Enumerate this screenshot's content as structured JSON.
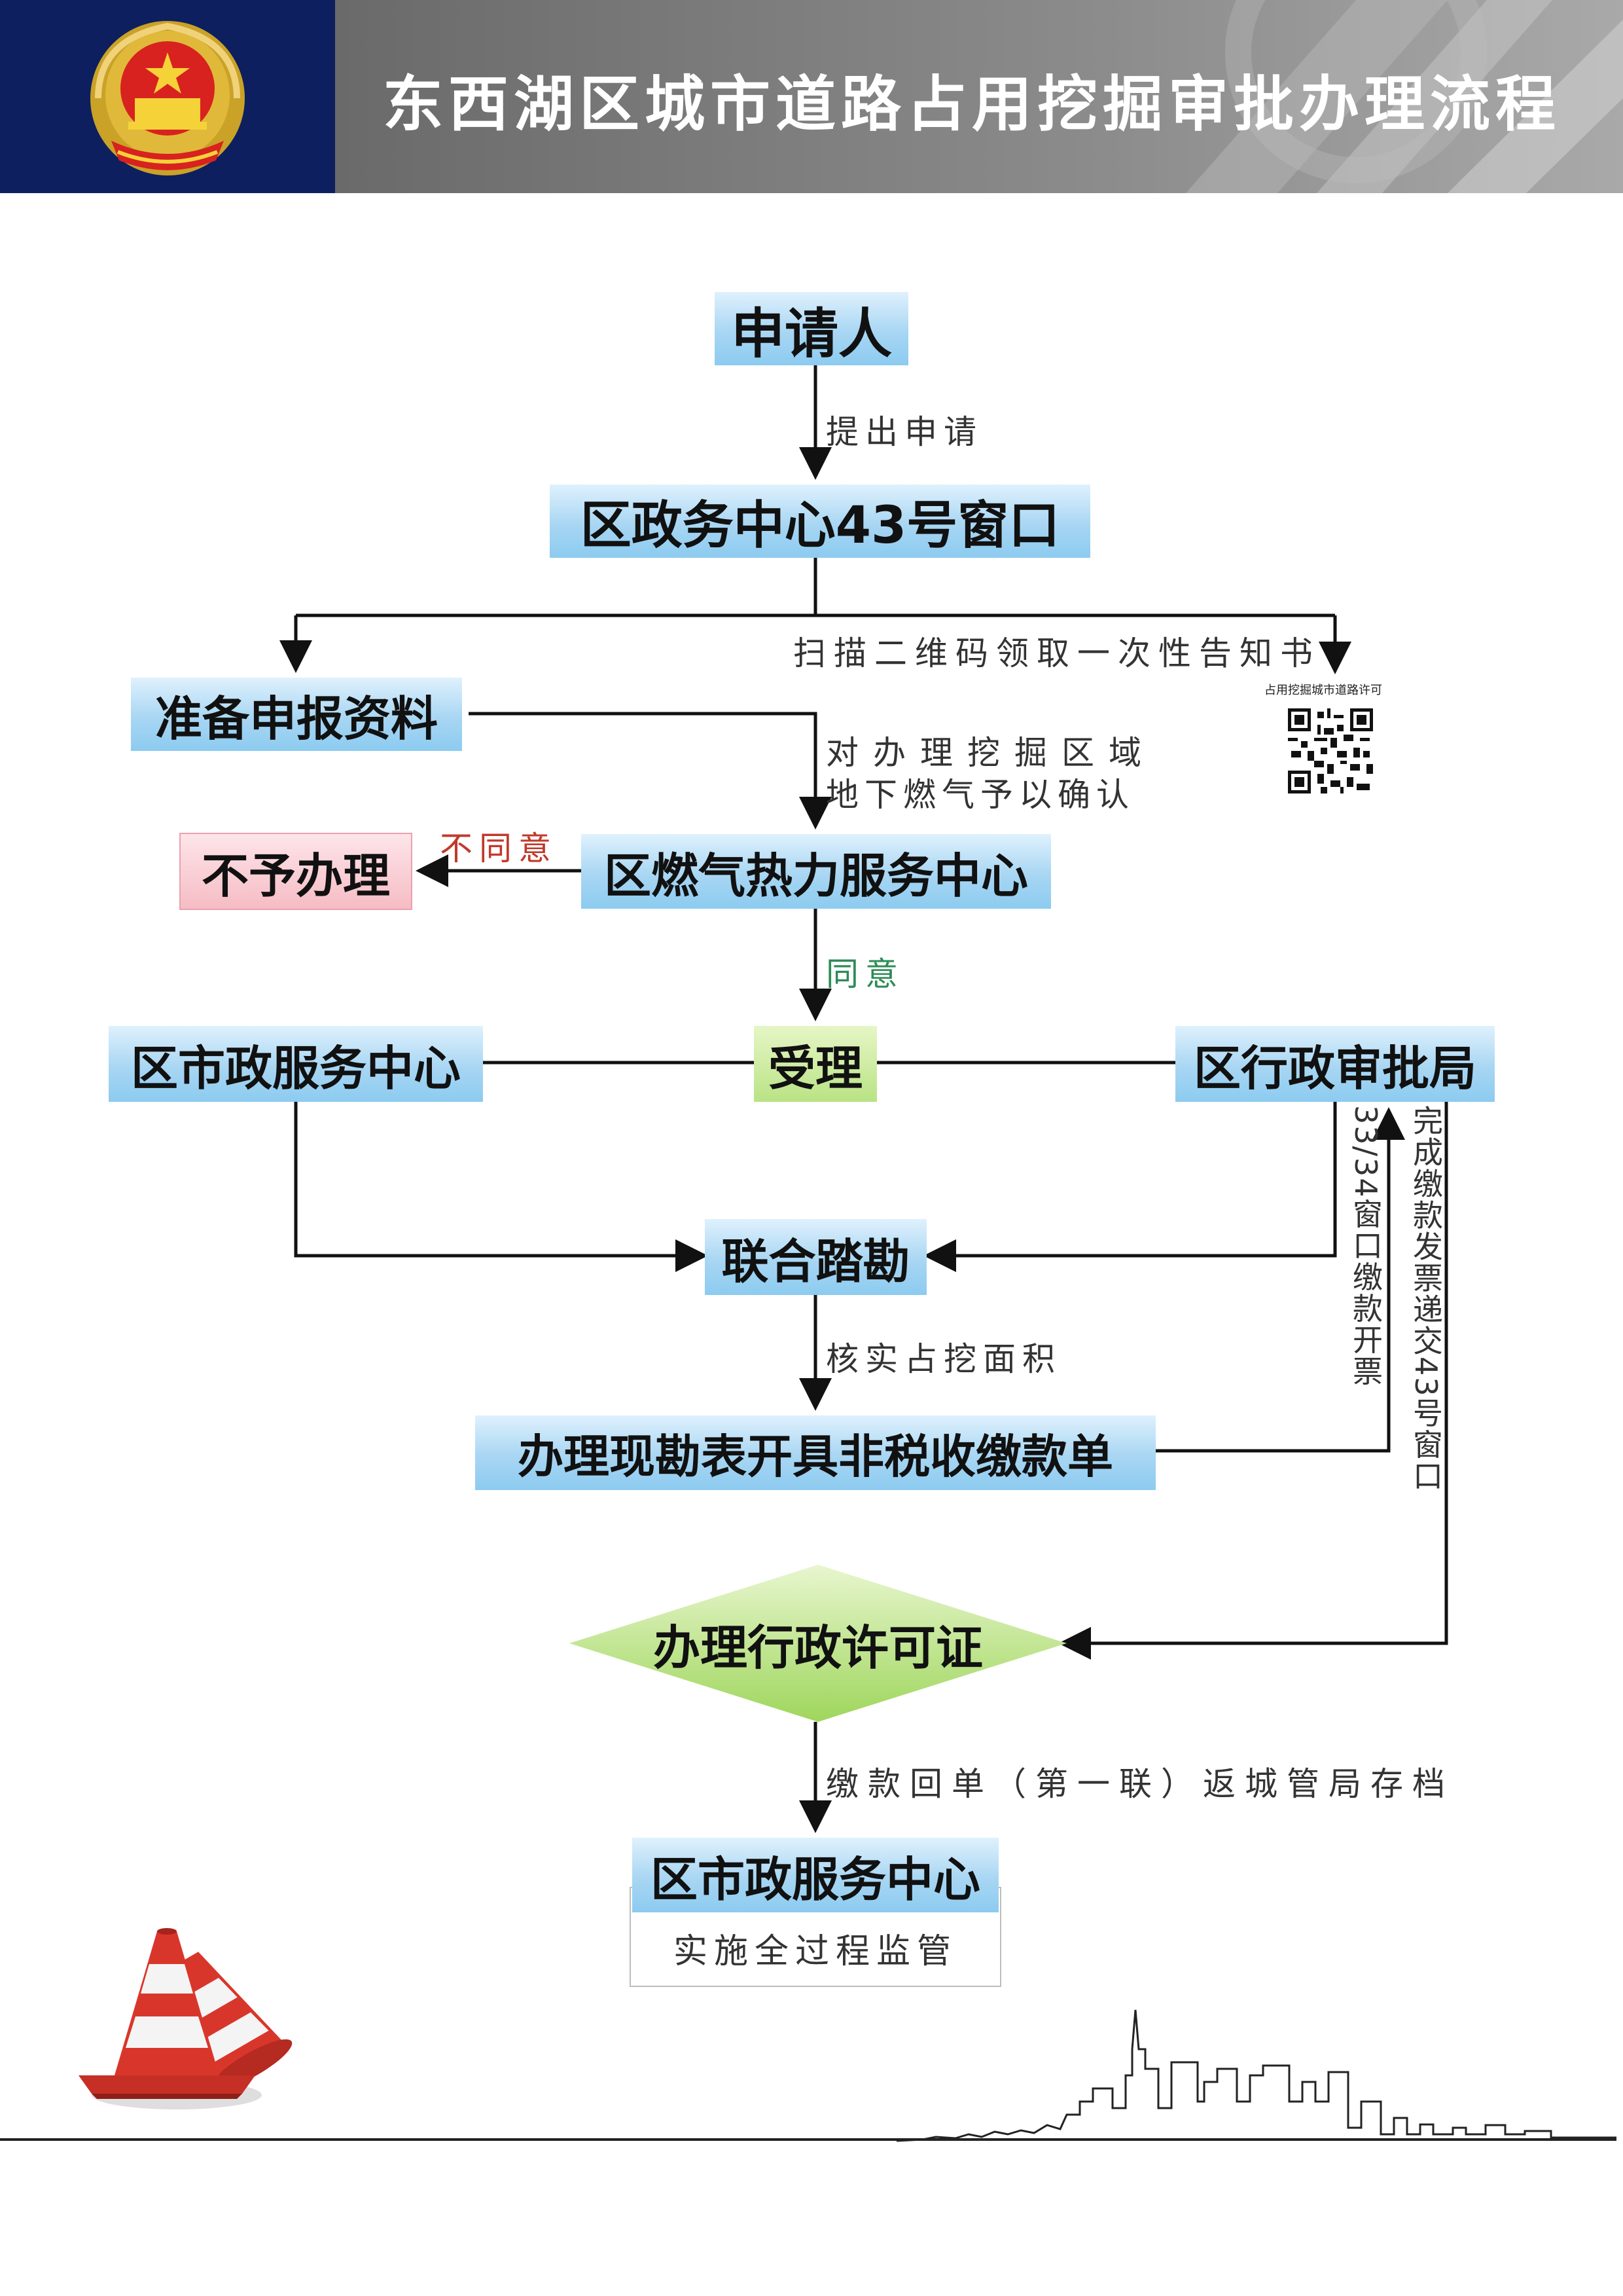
{
  "header": {
    "title": "东西湖区城市道路占用挖掘审批办理流程"
  },
  "nodes": {
    "applicant": "申请人",
    "window43": "区政务中心43号窗口",
    "prepare": "准备申报资料",
    "gas_center": "区燃气热力服务中心",
    "reject": "不予办理",
    "accept": "受理",
    "municipal_left": "区市政服务中心",
    "admin_bureau": "区行政审批局",
    "joint_survey": "联合踏勘",
    "survey_form": "办理现勘表开具非税收缴款单",
    "permit": "办理行政许可证",
    "municipal_final": "区市政服务中心",
    "municipal_final_sub": "实施全过程监管"
  },
  "labels": {
    "submit": "提出申请",
    "scan_qr": "扫描二维码领取一次性告知书",
    "qr_caption": "占用挖掘城市道路许可",
    "confirm_line1": "对办理挖掘区域",
    "confirm_line2": "地下燃气予以确认",
    "disagree": "不同意",
    "agree": "同意",
    "verify_area": "核实占挖面积",
    "pay_window": "33/34窗口缴款开票",
    "invoice_submit": "完成缴款发票递交43号窗口",
    "archive": "缴款回单（第一联）返城管局存档"
  },
  "colors": {
    "header_navy": "#0d1f5e",
    "header_gray": "#8c8c8c",
    "box_blue": "#a8d6f3",
    "box_pink": "#f6bcc5",
    "box_green": "#b9e384",
    "reject_text": "#c0392b",
    "agree_text": "#2e8b57",
    "cone_red": "#d9362b"
  },
  "icons": [
    "national-emblem-icon",
    "qr-code-icon",
    "traffic-cone-icon",
    "city-skyline-icon"
  ]
}
